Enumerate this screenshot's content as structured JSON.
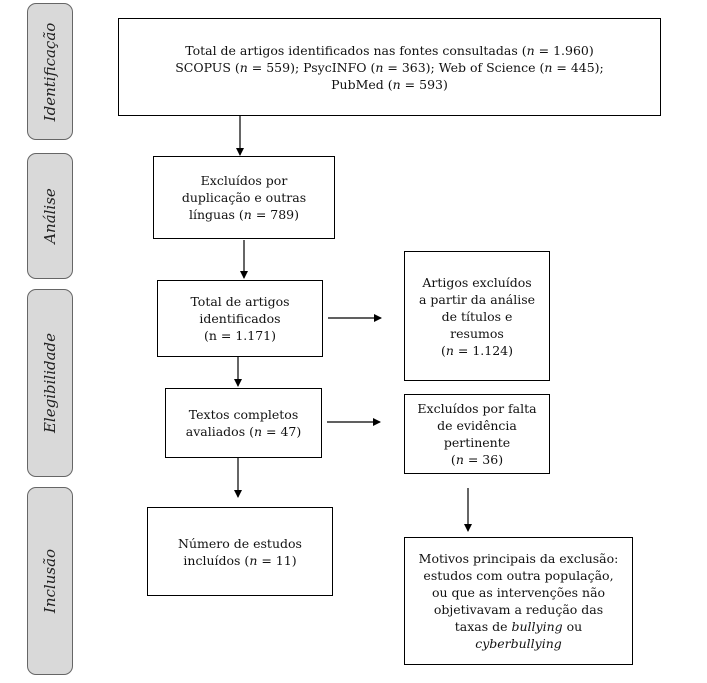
{
  "phases": {
    "identificacao": "Identificação",
    "analise": "Análise",
    "elegibilidade": "Elegibilidade",
    "inclusao": "Inclusão"
  },
  "boxes": {
    "total_identificados": {
      "line1_pre": "Total de artigos identificados nas fontes consultadas (",
      "line1_n": "n",
      "line1_post": " = 1.960)",
      "line2_a": "SCOPUS (",
      "line2_n1": "n",
      "line2_b": " = 559); PsycINFO (",
      "line2_n2": "n",
      "line2_c": " = 363); Web of Science (",
      "line2_n3": "n",
      "line2_d": " = 445);",
      "line3_a": "PubMed (",
      "line3_n": "n",
      "line3_b": " = 593)"
    },
    "excluidos_duplicacao": {
      "line1": "Excluídos por",
      "line2": "duplicação e outras",
      "line3_pre": "línguas (",
      "line3_n": "n",
      "line3_post": " = 789)"
    },
    "total_artigos": {
      "line1": "Total de artigos",
      "line2": "identificados",
      "line3_pre": "(n = 1.171)"
    },
    "excluidos_titulos": {
      "line1": "Artigos excluídos",
      "line2": "a partir da análise",
      "line3": "de títulos e",
      "line4": "resumos",
      "line5_pre": "(",
      "line5_n": "n",
      "line5_post": " = 1.124)"
    },
    "textos_completos": {
      "line1": "Textos completos",
      "line2_pre": "avaliados (",
      "line2_n": "n",
      "line2_post": " = 47)"
    },
    "excluidos_evidencia": {
      "line1": "Excluídos por falta",
      "line2": "de evidência",
      "line3": "pertinente",
      "line4_pre": "(",
      "line4_n": "n",
      "line4_post": " = 36)"
    },
    "estudos_incluidos": {
      "line1": "Número de estudos",
      "line2_pre": "incluídos (",
      "line2_n": "n",
      "line2_post": " = 11)"
    },
    "motivos": {
      "line1": "Motivos principais da exclusão:",
      "line2": "estudos com outra população,",
      "line3": "ou que as intervenções não",
      "line4": "objetivavam a redução das",
      "line5_pre": "taxas de ",
      "line5_it": "bullying",
      "line5_post": " ou",
      "line6_it": "cyberbullying"
    }
  }
}
